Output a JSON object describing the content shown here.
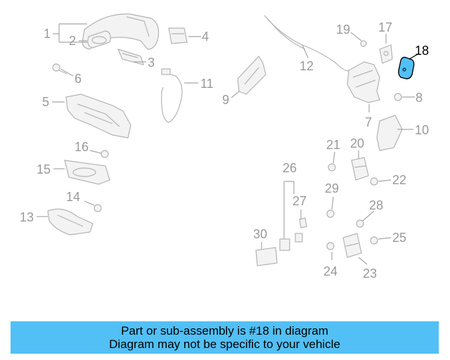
{
  "diagram": {
    "highlight_color": "#52c0f5",
    "highlighted_part": "18",
    "callouts": [
      "1",
      "2",
      "3",
      "4",
      "5",
      "6",
      "7",
      "8",
      "9",
      "10",
      "11",
      "12",
      "13",
      "14",
      "15",
      "16",
      "17",
      "18",
      "19",
      "20",
      "21",
      "22",
      "23",
      "24",
      "25",
      "26",
      "27",
      "28",
      "29",
      "30"
    ]
  },
  "banner": {
    "line1": "Part or sub-assembly is #18 in diagram",
    "line2": "Diagram may not be specific to your vehicle",
    "color": "#52c0f5"
  }
}
